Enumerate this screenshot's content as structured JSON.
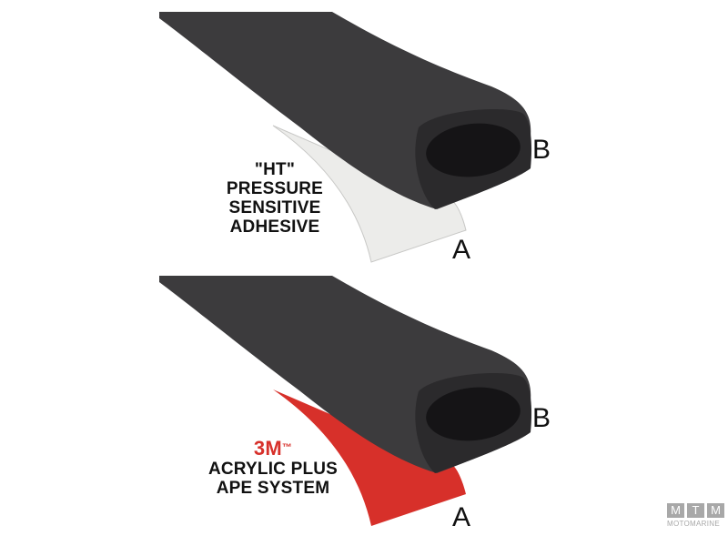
{
  "panels": [
    {
      "id": "top",
      "caption_lines": [
        "\"HT\"",
        "PRESSURE",
        "SENSITIVE",
        "ADHESIVE"
      ],
      "adhesive_color": "#ececea",
      "label_b": "B",
      "label_a": "A"
    },
    {
      "id": "bottom",
      "brand": "3M",
      "brand_tm": "™",
      "caption_lines": [
        "ACRYLIC PLUS",
        "APE SYSTEM"
      ],
      "adhesive_color": "#d7302a",
      "label_b": "B",
      "label_a": "A"
    }
  ],
  "colors": {
    "foam": "#3c3b3d",
    "foam_dark": "#252426",
    "hole": "#151416",
    "brand_red": "#d7302a"
  },
  "watermark": {
    "letters": [
      "M",
      "T",
      "M"
    ],
    "text": "MOTOMARINE"
  }
}
